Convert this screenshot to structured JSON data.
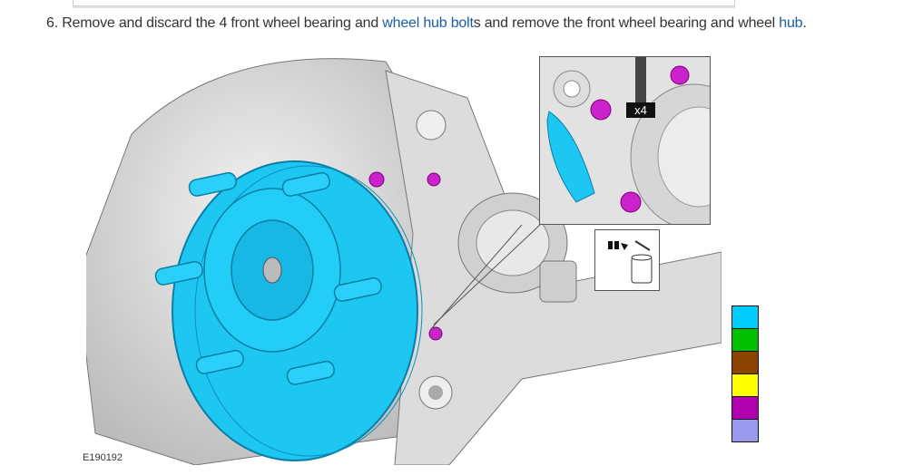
{
  "step": {
    "number": "6.",
    "text_before": " Remove and discard the 4 front wheel bearing and ",
    "link1": "wheel hub bolt",
    "text_middle": "s and remove the front wheel bearing and wheel ",
    "link2": "hub",
    "text_after": "."
  },
  "figure": {
    "id": "E190192",
    "callout_label": "x4",
    "legend_colors": [
      "#00ccff",
      "#00c000",
      "#8b4500",
      "#ffff00",
      "#b000b0",
      "#9999ee"
    ]
  }
}
